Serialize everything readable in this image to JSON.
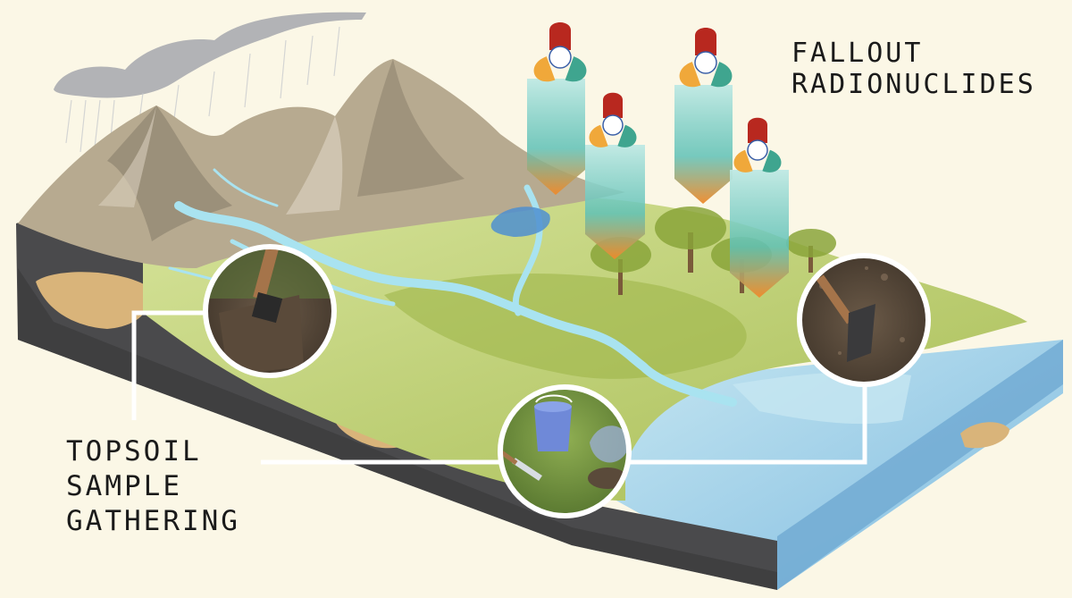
{
  "labels": {
    "fallout": [
      "FALLOUT",
      "RADIONUCLIDES"
    ],
    "topsoil": [
      "TOPSOIL",
      "SAMPLE",
      "GATHERING"
    ]
  },
  "colors": {
    "background": "#fbf7e6",
    "mountain": "#b7aa90",
    "mountain_shade": "#8f8470",
    "grass_light": "#c8d98a",
    "grass_dark": "#9fb54a",
    "river": "#a9e3f0",
    "sea": "#8fc6e0",
    "bedrock": "#4a4a4c",
    "sediment": "#d9b47a",
    "particle_red": "#b8281f",
    "particle_orange": "#f0a83a",
    "particle_teal": "#3fa58f",
    "arrow_top": "#7fd0c8",
    "arrow_tip": "#f08a2a",
    "tree_trunk": "#7a5a3a",
    "tree_leaf": "#8aa53a"
  },
  "icons": {
    "cloud": "rain-cloud-icon",
    "particle": "radionuclide-particle-icon",
    "photo": "sample-photo-icon"
  }
}
